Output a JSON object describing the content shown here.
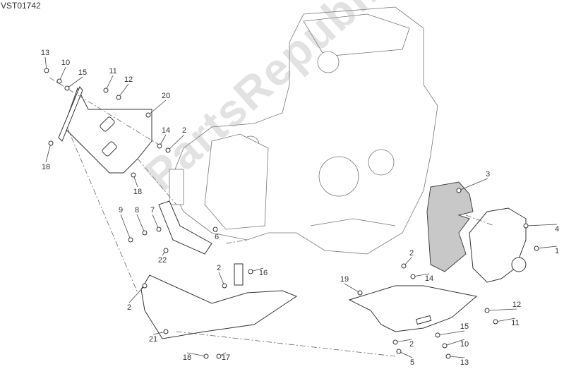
{
  "drawing_code": "VST01742",
  "watermark": "PartsRepublik",
  "callouts": [
    "13",
    "10",
    "15",
    "11",
    "12",
    "20",
    "14",
    "2",
    "18",
    "18",
    "9",
    "8",
    "7",
    "6",
    "22",
    "2",
    "16",
    "2",
    "21",
    "18",
    "17",
    "3",
    "4",
    "1",
    "2",
    "14",
    "19",
    "12",
    "11",
    "2",
    "15",
    "10",
    "5",
    "13"
  ],
  "colors": {
    "line": "#333333",
    "shaded_part": "#c8c8c8"
  }
}
